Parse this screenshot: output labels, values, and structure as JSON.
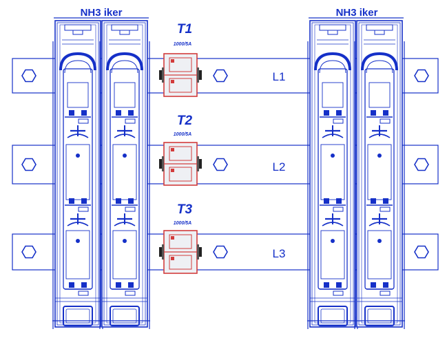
{
  "fuse_groups": {
    "left": {
      "title": "NH3 iker"
    },
    "right": {
      "title": "NH3 iker"
    }
  },
  "phases": [
    {
      "label": "L1",
      "transformer": {
        "name": "T1",
        "rating": "1000/5A"
      }
    },
    {
      "label": "L2",
      "transformer": {
        "name": "T2",
        "rating": "1000/5A"
      }
    },
    {
      "label": "L3",
      "transformer": {
        "name": "T3",
        "rating": "1000/5A"
      }
    }
  ],
  "colors": {
    "drawing_blue": "#1530c8",
    "transformer_red": "#d23c3c",
    "transformer_fill": "#eef0f4",
    "clamp_black": "#222222"
  }
}
